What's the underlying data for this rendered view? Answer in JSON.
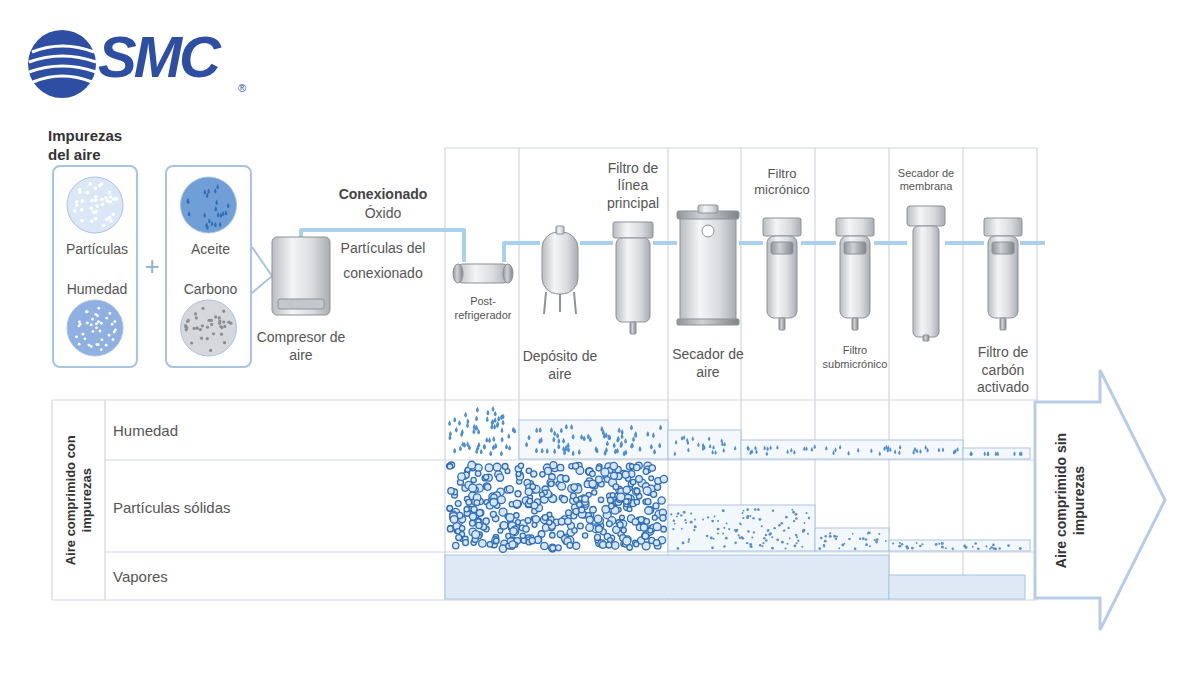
{
  "diagram": {
    "nodes": [
      {
        "text": [
          "Impurezas del aire",
          "Partículas",
          "Humedad"
        ]
      },
      {
        "text": [
          "Aceite",
          "Carbono"
        ]
      },
      {
        "text": [
          "Compresor de aire"
        ]
      },
      {
        "text": [
          "Post- refrigerador"
        ]
      },
      {
        "text": [
          "Depósito de aire"
        ]
      },
      {
        "text": [
          "Filtro de línea principal"
        ]
      },
      {
        "text": [
          "Secador de aire"
        ]
      },
      {
        "text": [
          "Filtro micrónico"
        ]
      },
      {
        "text": [
          "Filtro submicrónico"
        ]
      },
      {
        "text": [
          "Secador de membrana"
        ]
      },
      {
        "text": [
          "Filtro de carbón activado"
        ]
      }
    ],
    "edges": [
      {
        "from": 1,
        "to": 2,
        "arrow": "none"
      },
      {
        "from": 2,
        "to": 3,
        "arrow": "none"
      },
      {
        "from": 3,
        "to": 4,
        "arrow": "none"
      },
      {
        "from": 4,
        "to": 5,
        "arrow": "none"
      },
      {
        "from": 5,
        "to": 6,
        "arrow": "none"
      },
      {
        "from": 6,
        "to": 7,
        "arrow": "none"
      },
      {
        "from": 7,
        "to": 8,
        "arrow": "none"
      },
      {
        "from": 8,
        "to": 9,
        "arrow": "none"
      },
      {
        "from": 9,
        "to": 10,
        "arrow": "none"
      }
    ],
    "labels": [
      "SMC",
      "®",
      "Conexionado",
      "Óxido",
      "Partículas del conexionado",
      "+",
      "Humedad",
      "Partículas sólidas",
      "Vapores",
      "Aire comprimido con impurezas",
      "Aire comprimido sin impurezas"
    ]
  }
}
